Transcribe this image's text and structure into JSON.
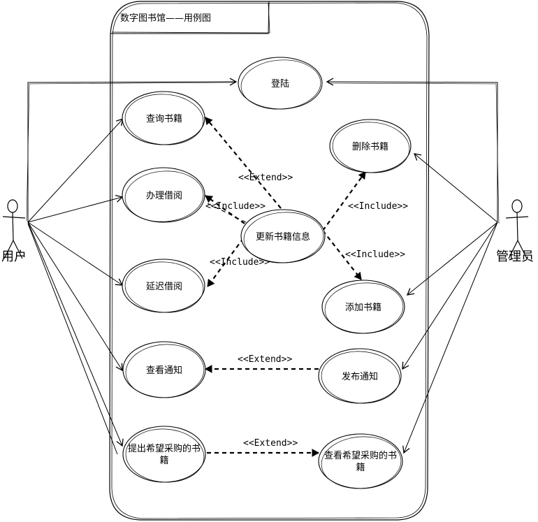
{
  "diagram": {
    "title": "数字图书馆——用例图",
    "actors": {
      "user": "用户",
      "admin": "管理员"
    },
    "use_cases": {
      "login": "登陆",
      "search_books": "查询书籍",
      "borrow": "办理借阅",
      "delay_borrow": "延迟借阅",
      "view_notice": "查看通知",
      "request_purchase_l1": "提出希望采购的书",
      "request_purchase_l2": "籍",
      "update_books": "更新书籍信息",
      "delete_books": "删除书籍",
      "add_books": "添加书籍",
      "publish_notice": "发布通知",
      "view_purchase_l1": "查看希望采购的书",
      "view_purchase_l2": "籍"
    },
    "relations": {
      "extend_update_search": "<<Extend>>",
      "include_update_borrow": "<<Include>>",
      "include_update_delay": "<<Include>>",
      "include_update_delete": "<<Include>>",
      "include_update_add": "<<Include>>",
      "extend_publish_view": "<<Extend>>",
      "extend_request_view": "<<Extend>>"
    }
  }
}
